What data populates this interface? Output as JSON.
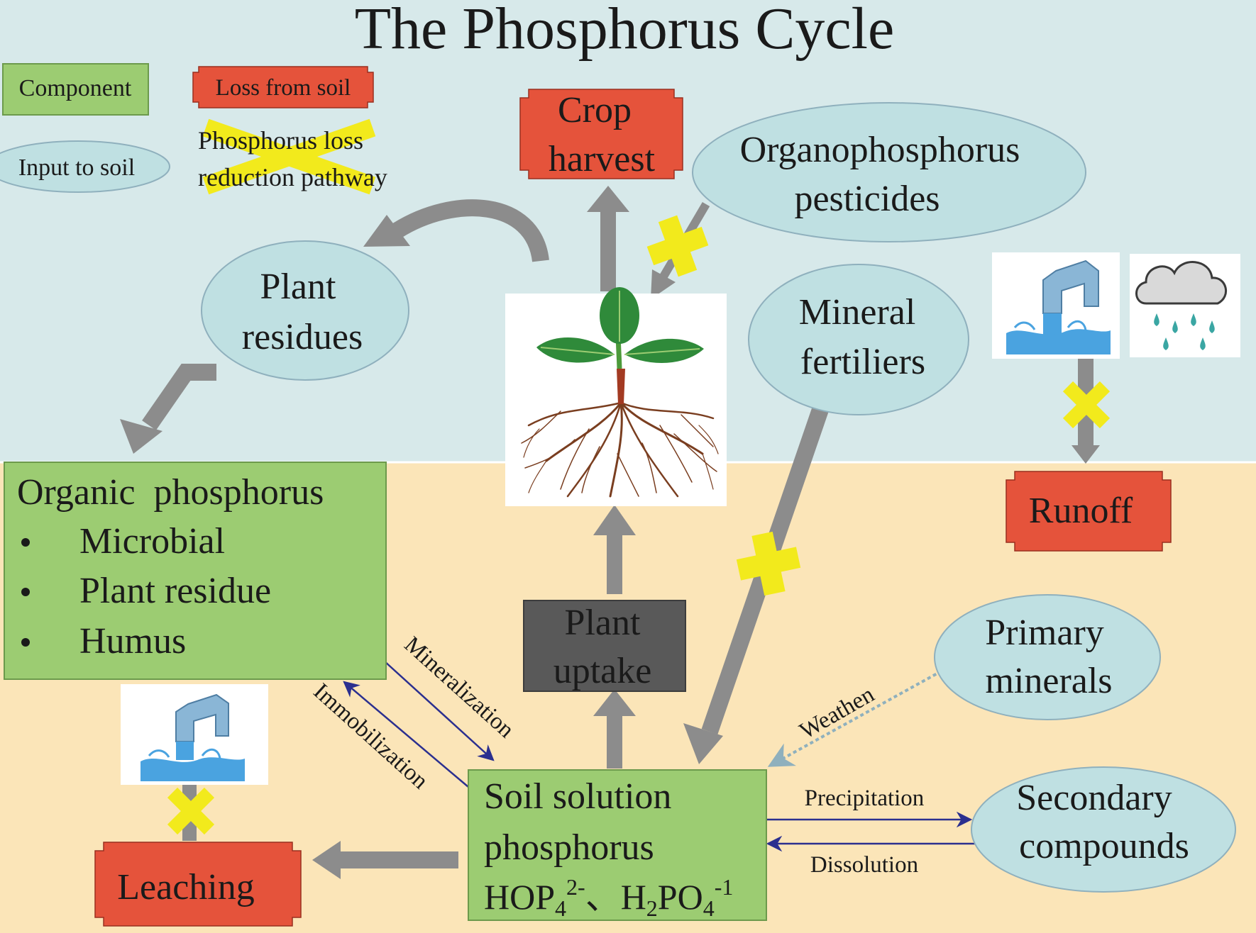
{
  "title": "The Phosphorus Cycle",
  "legend": {
    "component": "Component",
    "loss": "Loss from soil",
    "input": "Input to soil",
    "reduction_line1": "Phosphorus loss",
    "reduction_line2": "reduction pathway"
  },
  "nodes": {
    "crop_harvest": [
      "Crop",
      "harvest"
    ],
    "organophosphorus": [
      "Organophosphorus",
      "pesticides"
    ],
    "plant_residues": [
      "Plant",
      "residues"
    ],
    "mineral_fertilizers": [
      "Mineral",
      "fertiliers"
    ],
    "runoff": "Runoff",
    "organic_phosphorus": {
      "heading": "Organic  phosphorus",
      "items": [
        "Microbial",
        "Plant residue",
        "Humus"
      ]
    },
    "plant_uptake": [
      "Plant",
      "uptake"
    ],
    "primary_minerals": [
      "Primary",
      "minerals"
    ],
    "soil_solution": {
      "line1": "Soil solution",
      "line2": "phosphorus",
      "f1_base": "HOP",
      "f1_sub": "4",
      "f1_sup": "2-",
      "f_sep": "、",
      "f2_a": "H",
      "f2_a_sub": "2",
      "f2_b": "PO",
      "f2_b_sub": "4",
      "f2_sup": "-1"
    },
    "secondary_compounds": [
      "Secondary",
      "compounds"
    ],
    "leaching": "Leaching"
  },
  "processes": {
    "mineralization": "Mineralization",
    "immobilization": "Immobilization",
    "weathen": "Weathen",
    "precipitation": "Precipitation",
    "dissolution": "Dissolution"
  },
  "colors": {
    "sky": "#d7e9ea",
    "soil": "#fbe5b8",
    "component": "#9ccc72",
    "loss": "#e5533b",
    "input": "#bfe0e2",
    "uptake": "#595959",
    "arrow_gray": "#8c8c8c",
    "arrow_blue": "#2b2f8f",
    "arrow_dotted": "#8fb0bd",
    "cross": "#f2ea1c"
  }
}
